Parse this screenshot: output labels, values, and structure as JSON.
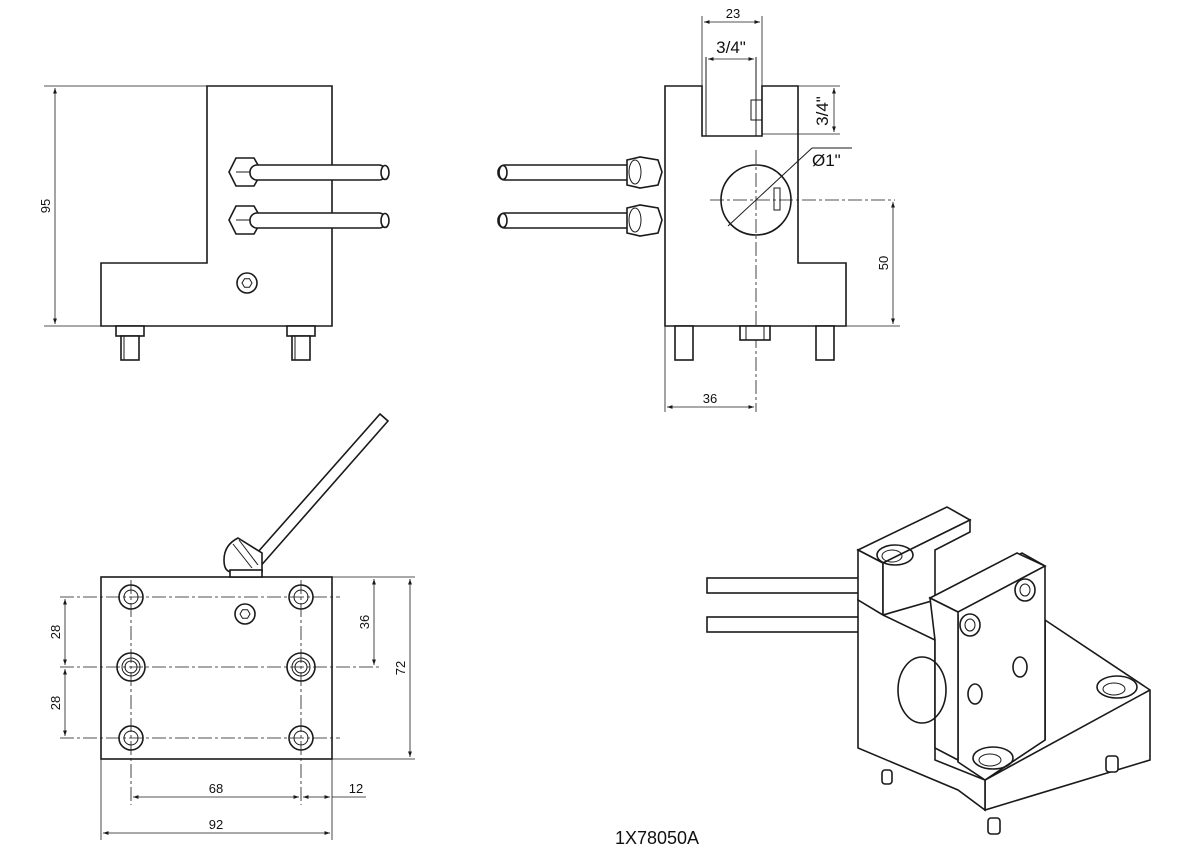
{
  "part_number": "1X78050A",
  "dimensions": {
    "front_height": "95",
    "top_slot_width": "23",
    "slot_width": "3/4\"",
    "slot_depth": "3/4\"",
    "bore_diameter": "Ø1\"",
    "bore_height": "50",
    "bore_offset": "36",
    "hole_spacing_upper": "28",
    "hole_spacing_lower": "28",
    "center_to_edge": "36",
    "base_depth": "72",
    "hole_pitch_x": "68",
    "edge_offset": "12",
    "base_width": "92"
  }
}
